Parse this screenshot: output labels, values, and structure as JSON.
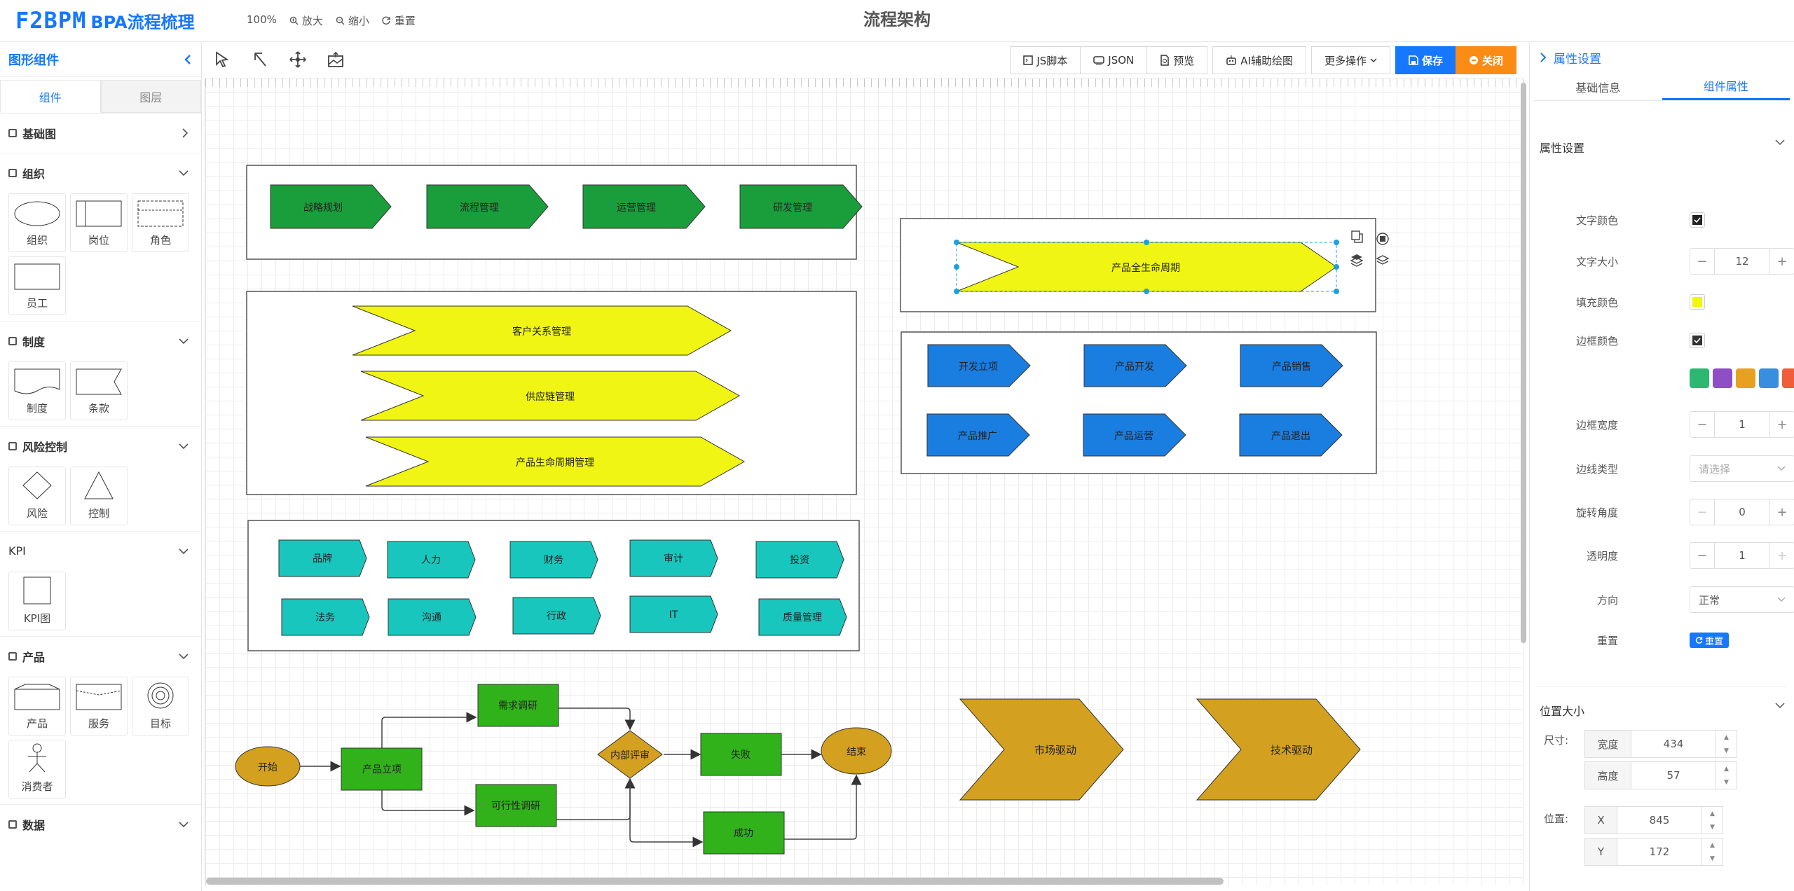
{
  "app": {
    "logo_mark": "F2BPM",
    "logo_sub": "BPA流程梳理",
    "page_title": "流程架构"
  },
  "zoom": {
    "level": "100%",
    "zoom_in": "放大",
    "zoom_out": "缩小",
    "reset": "重置"
  },
  "left_panel": {
    "title": "图形组件",
    "tabs": [
      "组件",
      "图层"
    ],
    "sections": [
      {
        "title": "基础图",
        "collapsed": true,
        "items": []
      },
      {
        "title": "组织",
        "items": [
          "组织",
          "岗位",
          "角色",
          "员工"
        ]
      },
      {
        "title": "制度",
        "items": [
          "制度",
          "条款"
        ]
      },
      {
        "title": "风险控制",
        "items": [
          "风险",
          "控制"
        ]
      },
      {
        "title": "KPI",
        "items": [
          "KPI图"
        ]
      },
      {
        "title": "产品",
        "items": [
          "产品",
          "服务",
          "目标",
          "消费者"
        ]
      },
      {
        "title": "数据",
        "items": []
      }
    ]
  },
  "toolbar": {
    "tools": [
      "pointer-icon",
      "connector-icon",
      "move-icon",
      "image-icon"
    ],
    "buttons": {
      "js": "JS脚本",
      "json": "JSON",
      "preview": "预览",
      "ai": "AI辅助绘图",
      "more": "更多操作",
      "save": "保存",
      "close": "关闭"
    }
  },
  "canvas": {
    "group1": [
      "战略规划",
      "流程管理",
      "运营管理",
      "研发管理"
    ],
    "group2": [
      "客户关系管理",
      "供应链管理",
      "产品生命周期管理"
    ],
    "group3_row1": [
      "品牌",
      "人力",
      "财务",
      "审计",
      "投资"
    ],
    "group3_row2": [
      "法务",
      "沟通",
      "行政",
      "IT",
      "质量管理"
    ],
    "selected": "产品全生命周期",
    "group4_row1": [
      "开发立项",
      "产品开发",
      "产品销售"
    ],
    "group4_row2": [
      "产品推广",
      "产品运营",
      "产品退出"
    ],
    "flow": {
      "start": "开始",
      "project": "产品立项",
      "demand": "需求调研",
      "feasibility": "可行性调研",
      "review": "内部评审",
      "fail": "失败",
      "success": "成功",
      "end": "结束"
    },
    "big_arrows": [
      "市场驱动",
      "技术驱动"
    ],
    "colors": {
      "green": "#1a9e3b",
      "yellow": "#f0f514",
      "teal": "#19c6bd",
      "blue": "#1a7de0",
      "gold": "#d4a020",
      "flowgreen": "#31b21a"
    }
  },
  "right_panel": {
    "title": "属性设置",
    "tabs": [
      "基础信息",
      "组件属性"
    ],
    "props_title": "属性设置",
    "props": {
      "text_color": {
        "label": "文字颜色",
        "value": "#222222"
      },
      "font_size": {
        "label": "文字大小",
        "value": "12"
      },
      "fill_color": {
        "label": "填充颜色",
        "value": "#f0f514"
      },
      "border_color": {
        "label": "边框颜色",
        "value": "#333333"
      },
      "palette": [
        "#2cb870",
        "#8e4ec6",
        "#e8a022",
        "#3a8ee0",
        "#f05d3a",
        "#1aaa8c"
      ],
      "border_width": {
        "label": "边框宽度",
        "value": "1"
      },
      "line_type": {
        "label": "边线类型",
        "placeholder": "请选择"
      },
      "rotation": {
        "label": "旋转角度",
        "value": "0"
      },
      "opacity": {
        "label": "透明度",
        "value": "1"
      },
      "direction": {
        "label": "方向",
        "value": "正常"
      },
      "reset": {
        "label": "重置",
        "button": "重置"
      }
    },
    "size_title": "位置大小",
    "size_label": "尺寸:",
    "width": {
      "label": "宽度",
      "value": "434"
    },
    "height": {
      "label": "高度",
      "value": "57"
    },
    "pos_label": "位置:",
    "x": {
      "label": "X",
      "value": "845"
    },
    "y": {
      "label": "Y",
      "value": "172"
    }
  }
}
